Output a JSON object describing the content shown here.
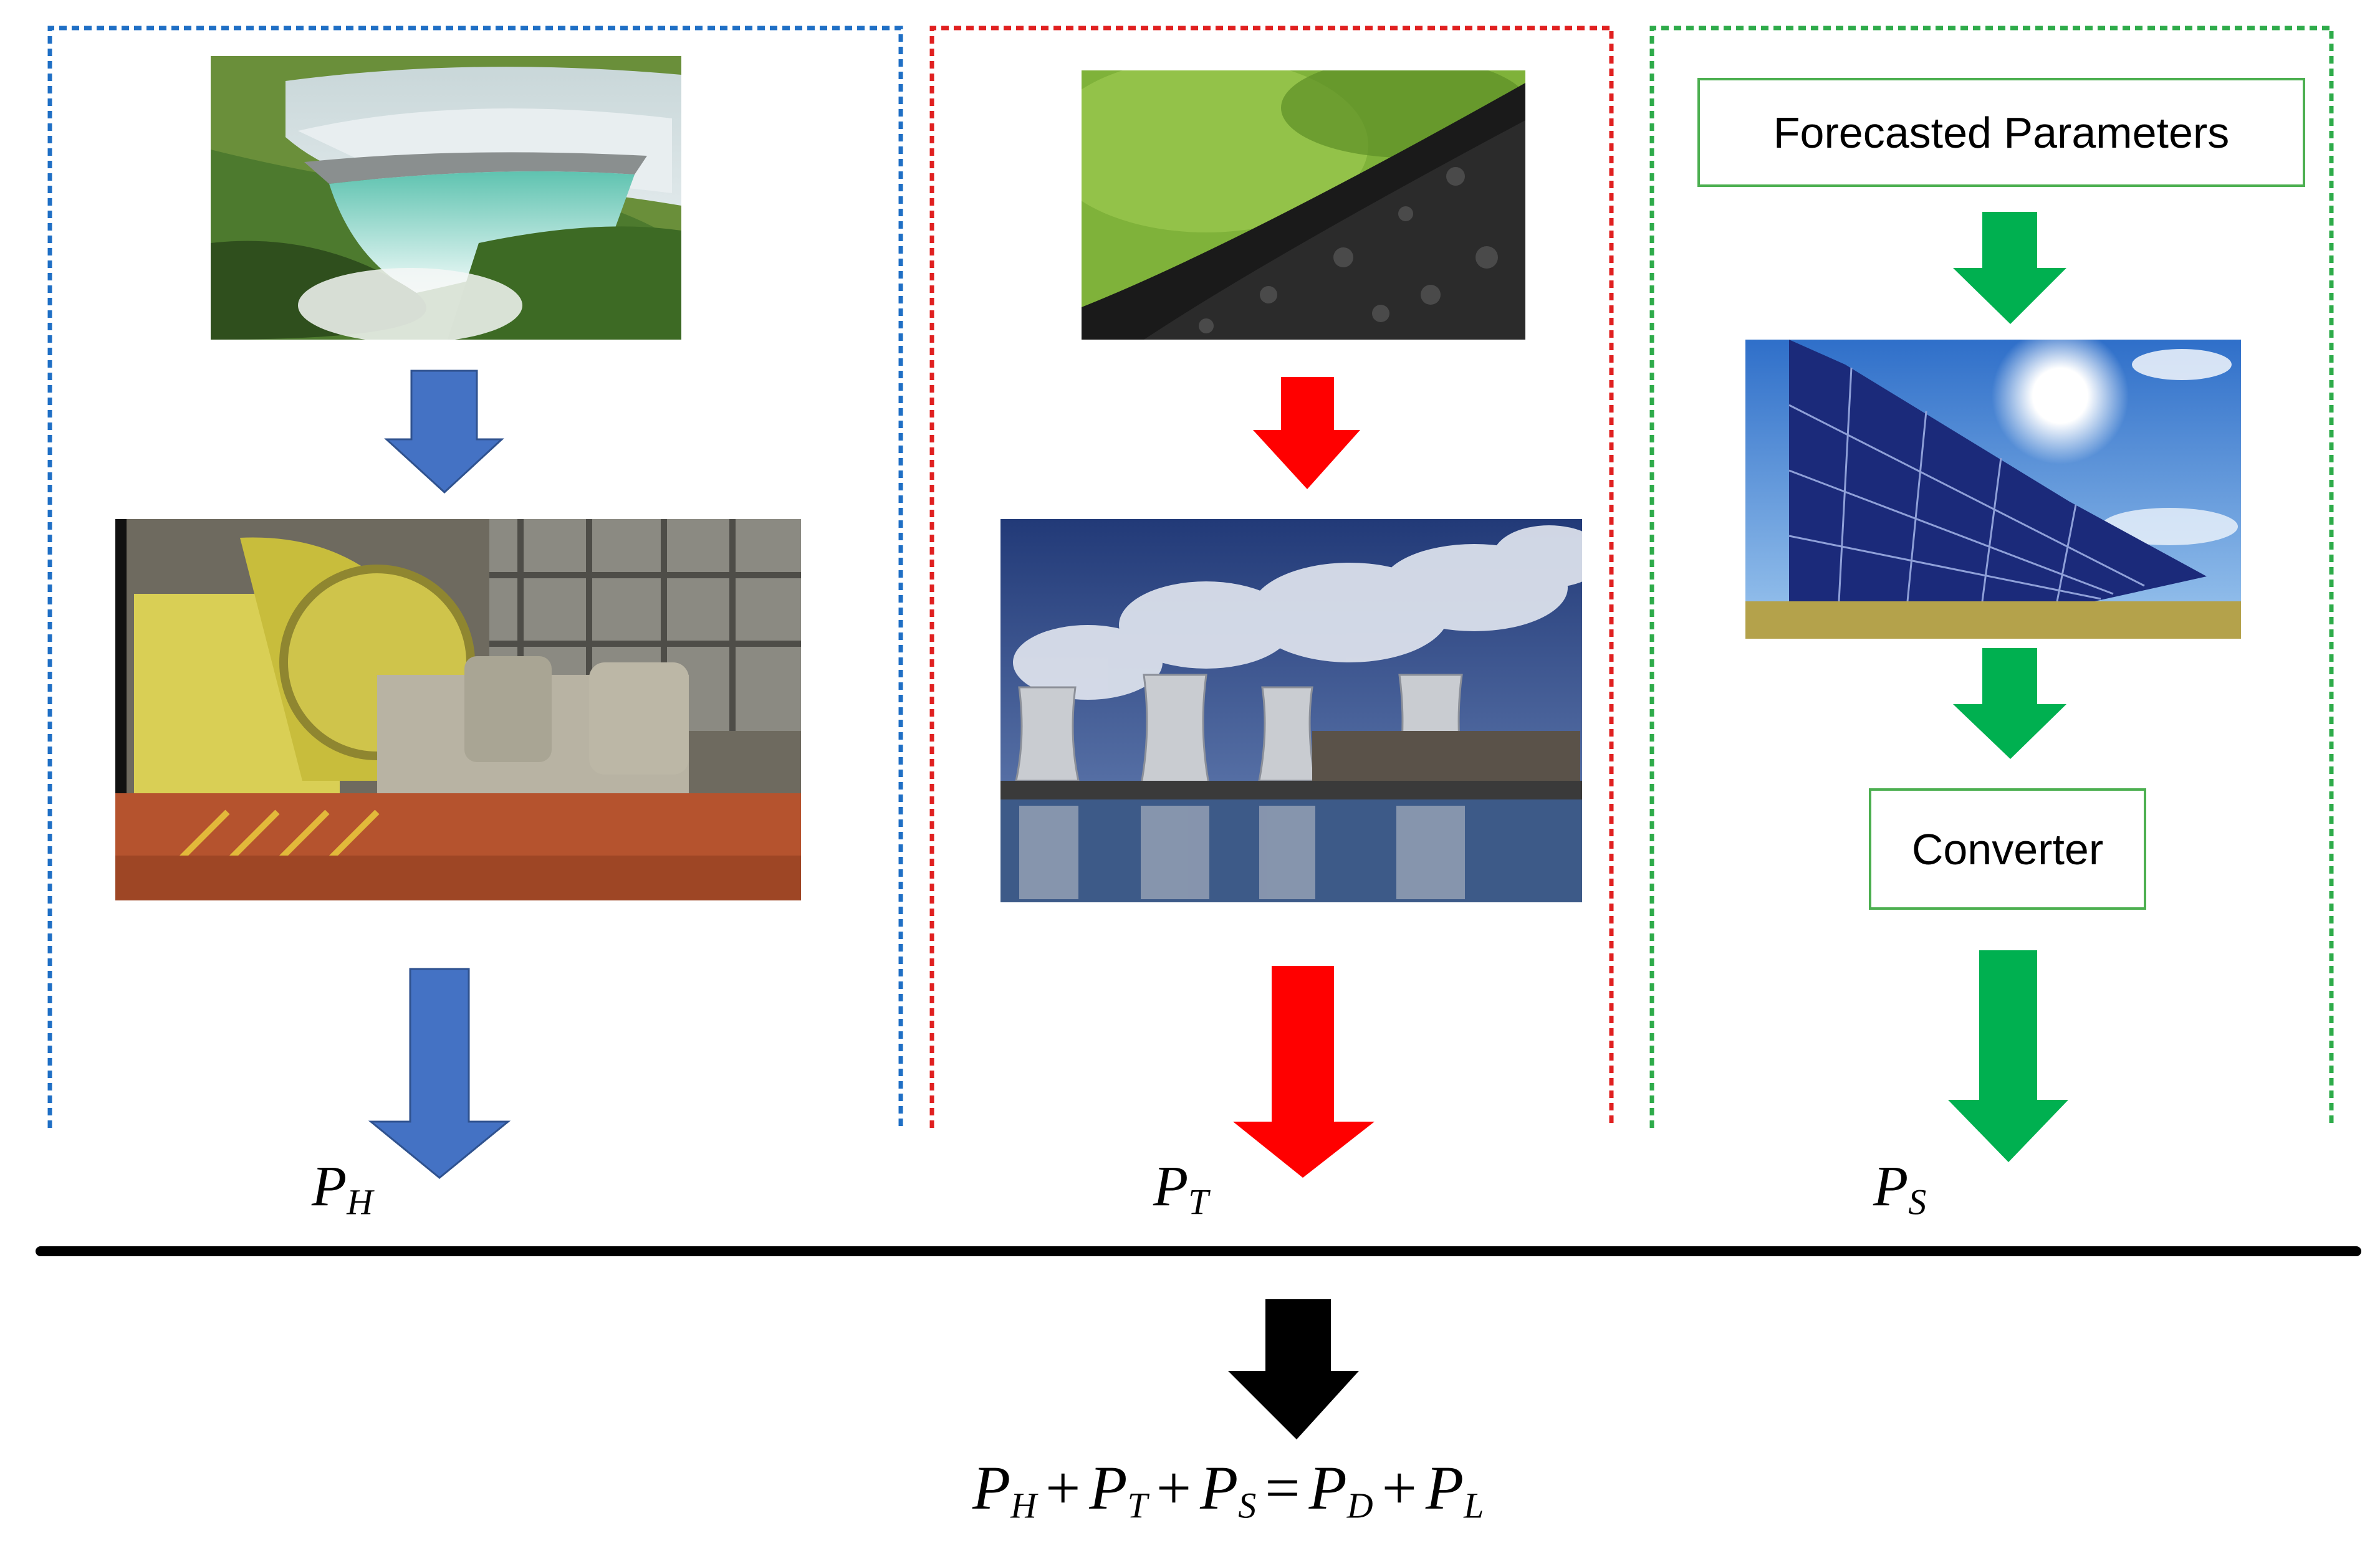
{
  "colors": {
    "hydro": "#1f6fc5",
    "hydro_arrow": "#4472c4",
    "thermal": "#e02020",
    "thermal_arrow": "#ff0000",
    "solar": "#2eab4a",
    "solar_arrow": "#00b050",
    "bus": "#000000"
  },
  "icons": {
    "hydro_dam": "dam-photo",
    "hydro_generator": "generator-photo",
    "coal": "coal-photo",
    "thermal_plant": "cooling-towers-photo",
    "solar_panel": "solar-panel-photo"
  },
  "solar": {
    "forecast_label": "Forecasted Parameters",
    "converter_label": "Converter"
  },
  "outputs": {
    "hydro": {
      "symbol": "P",
      "sub": "H"
    },
    "thermal": {
      "symbol": "P",
      "sub": "T"
    },
    "solar": {
      "symbol": "P",
      "sub": "S"
    }
  },
  "equation": {
    "t1": "P",
    "s1": "H",
    "op1": "+",
    "t2": "P",
    "s2": "T",
    "op2": "+",
    "t3": "P",
    "s3": "S",
    "eq": "=",
    "t4": "P",
    "s4": "D",
    "op3": "+",
    "t5": "P",
    "s5": "L"
  }
}
